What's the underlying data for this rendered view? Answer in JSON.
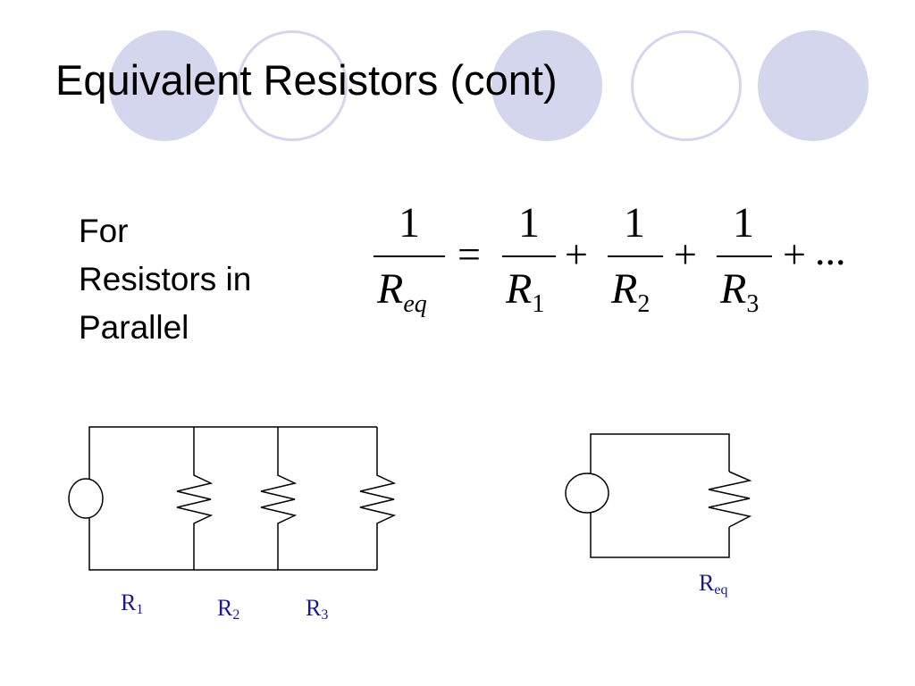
{
  "slide": {
    "title": "Equivalent Resistors (cont)",
    "side_text": [
      "For",
      "Resistors in",
      "Parallel"
    ]
  },
  "formula": {
    "numerator": "1",
    "lhs_denominator": {
      "base": "R",
      "sub": "eq"
    },
    "equals": "=",
    "plus": "+",
    "terms": [
      {
        "base": "R",
        "sub": "1"
      },
      {
        "base": "R",
        "sub": "2"
      },
      {
        "base": "R",
        "sub": "3"
      }
    ],
    "ellipsis": "..."
  },
  "circuit_parallel": {
    "labels": [
      {
        "base": "R",
        "sub": "1"
      },
      {
        "base": "R",
        "sub": "2"
      },
      {
        "base": "R",
        "sub": "3"
      }
    ]
  },
  "circuit_equivalent": {
    "label": {
      "base": "R",
      "sub": "eq"
    }
  },
  "colors": {
    "decoration": "#d4d6ee",
    "label": "#1a1a8c"
  }
}
